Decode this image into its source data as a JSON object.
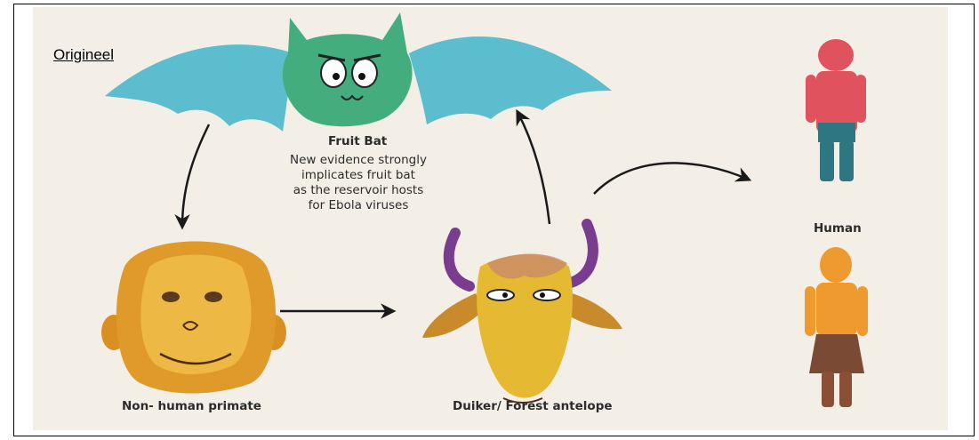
{
  "badge": {
    "text": "Origineel"
  },
  "labels": {
    "fruit_bat": "Fruit Bat",
    "primate": "Non- human primate",
    "duiker": "Duiker/ Forest antelope",
    "human": "Human"
  },
  "bat_description": [
    "New evidence strongly",
    "implicates fruit bat",
    "as the reservoir hosts",
    "for Ebola viruses"
  ],
  "colors": {
    "bat_wing": "#3fb4c9",
    "bat_body": "#43ad7e",
    "monkey": "#e09a2a",
    "duiker_face": "#e5b931",
    "duiker_horn": "#7a3c8e",
    "human_top": "#e0525d",
    "human_bottom": "#2f7683",
    "human2_top": "#ef9a2f",
    "human2_bottom": "#7a4a35",
    "arrow": "#1a1a1a"
  }
}
